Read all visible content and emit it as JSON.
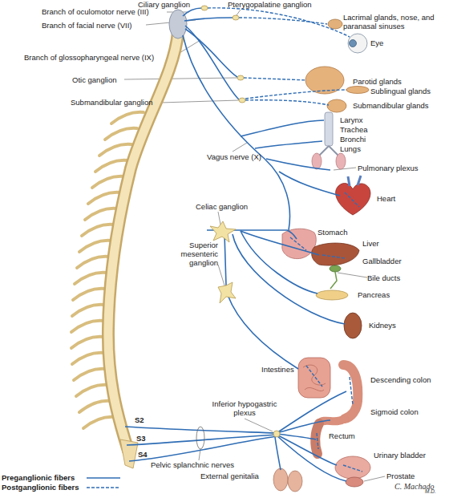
{
  "diagram": {
    "labels": [
      "Ciliary ganglion",
      "Pterygopalatine ganglion",
      "Branch of oculomotor nerve (III)",
      "Lacrimal glands, nose, and paranasal sinuses",
      "Branch of facial nerve (VII)",
      "Eye",
      "Branch of glossopharyngeal nerve (IX)",
      "Otic ganglion",
      "Parotid glands",
      "Sublingual glands",
      "Submandibular ganglion",
      "Submandibular glands",
      "Larynx",
      "Trachea",
      "Bronchi",
      "Lungs",
      "Vagus nerve (X)",
      "Pulmonary plexus",
      "Heart",
      "Celiac ganglion",
      "Stomach",
      "Superior mesenteric ganglion",
      "Liver",
      "Gallbladder",
      "Bile ducts",
      "Pancreas",
      "Kidneys",
      "Intestines",
      "Descending colon",
      "Inferior hypogastric plexus",
      "Sigmoid colon",
      "S2",
      "S3",
      "S4",
      "Rectum",
      "Urinary bladder",
      "Pelvic splanchnic nerves",
      "External genitalia",
      "Prostate",
      "C. Machado",
      "M.D."
    ],
    "legend": [
      {
        "text": "Preganglionic fibers"
      },
      {
        "text": "Postganglionic fibers"
      }
    ]
  }
}
